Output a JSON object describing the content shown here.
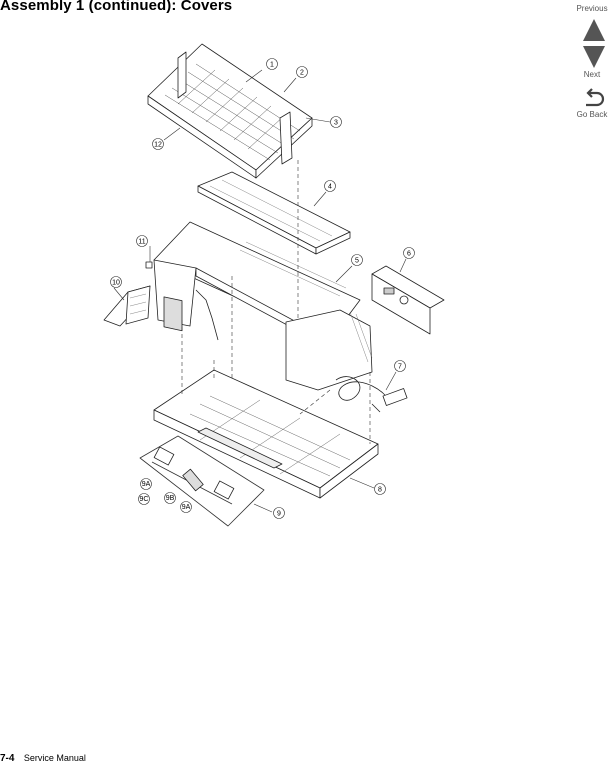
{
  "page": {
    "title": "Assembly 1 (continued):  Covers",
    "footer": {
      "page_number": "7-4",
      "manual": "Service Manual"
    }
  },
  "nav": {
    "previous_label": "Previous",
    "next_label": "Next",
    "go_back_label": "Go Back"
  },
  "figure": {
    "callouts": [
      "1",
      "2",
      "3",
      "4",
      "5",
      "6",
      "7",
      "8",
      "9",
      "9A",
      "9B",
      "9C",
      "9A",
      "10",
      "11",
      "12"
    ]
  }
}
